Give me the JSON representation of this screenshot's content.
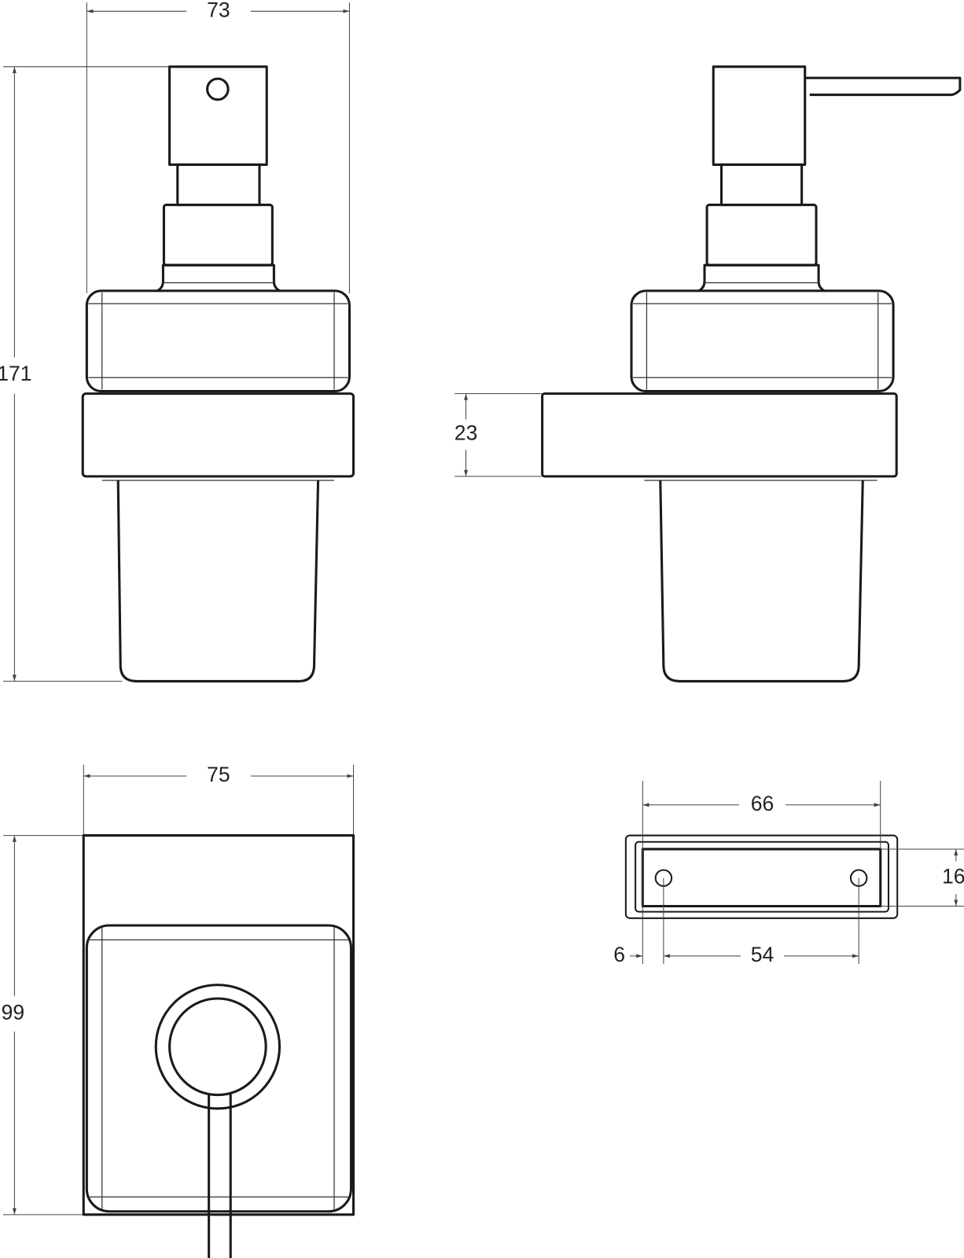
{
  "dimensions": {
    "front_width": "73",
    "total_height": "171",
    "bracket_height": "23",
    "top_width": "75",
    "top_depth": "99",
    "plate_width": "66",
    "plate_height": "16",
    "hole_offset": "6",
    "hole_spacing": "54"
  }
}
